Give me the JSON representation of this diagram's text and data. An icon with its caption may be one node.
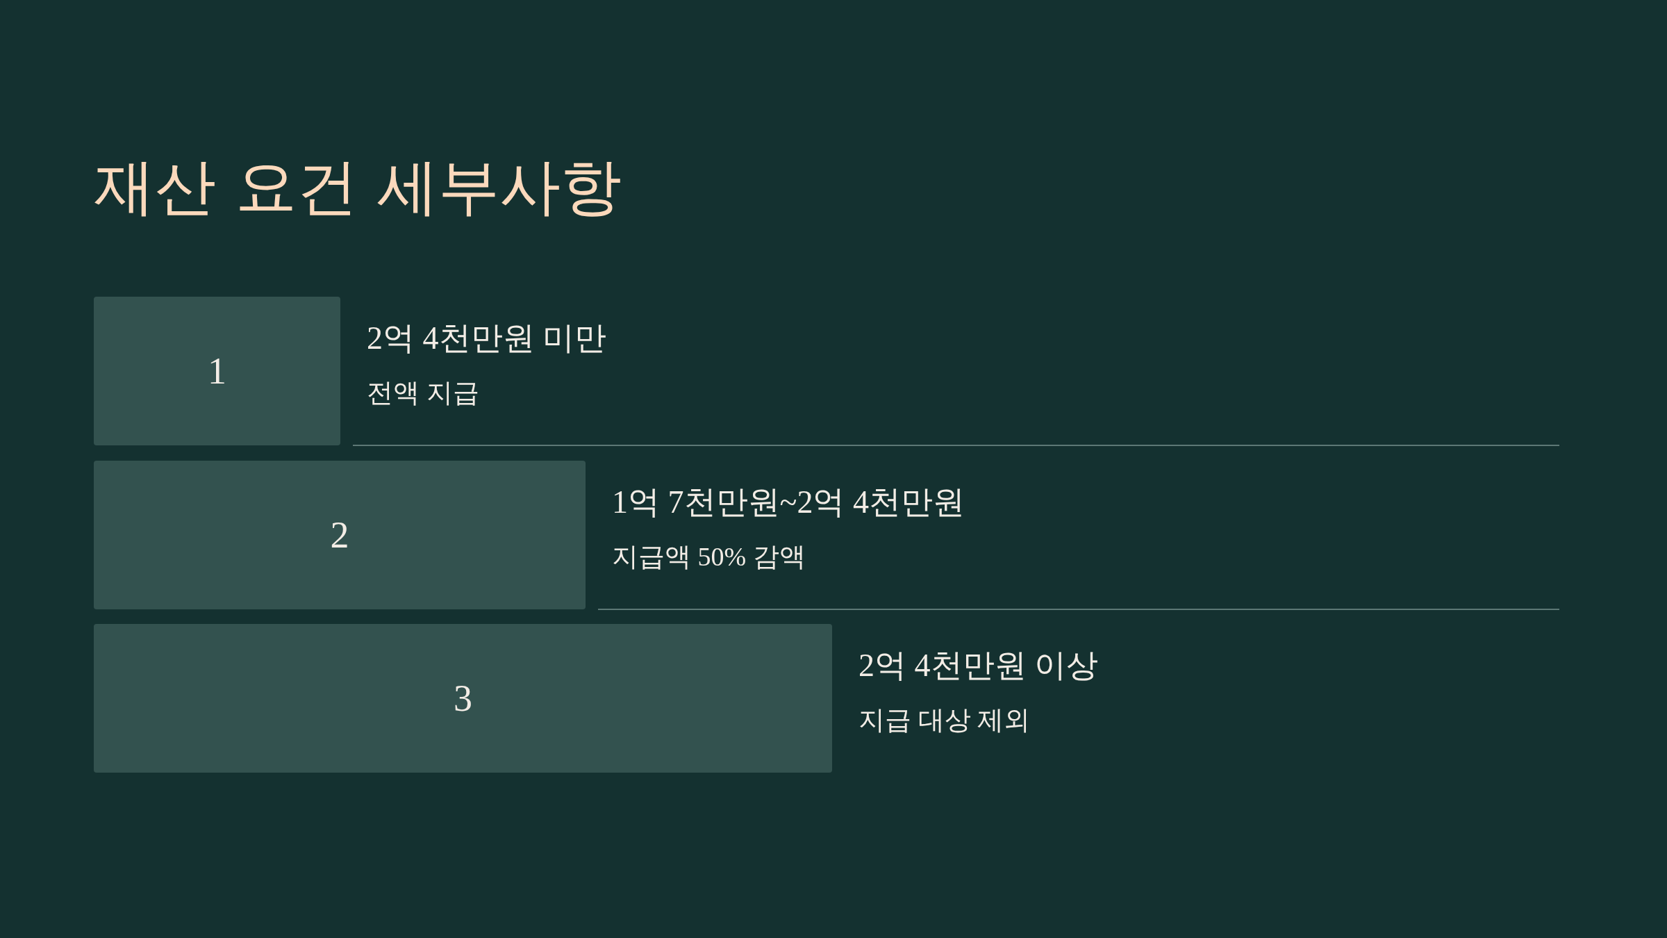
{
  "diagram": {
    "title": "재산 요건 세부사항",
    "nodes": [
      {
        "text": [
          "1"
        ],
        "beside": [
          "2억 4천만원 미만",
          "전액 지급"
        ]
      },
      {
        "text": [
          "2"
        ],
        "beside": [
          "1억 7천만원~2억 4천만원",
          "지급액 50% 감액"
        ]
      },
      {
        "text": [
          "3"
        ],
        "beside": [
          "2억 4천만원 이상",
          "지급 대상 제외"
        ]
      }
    ]
  }
}
